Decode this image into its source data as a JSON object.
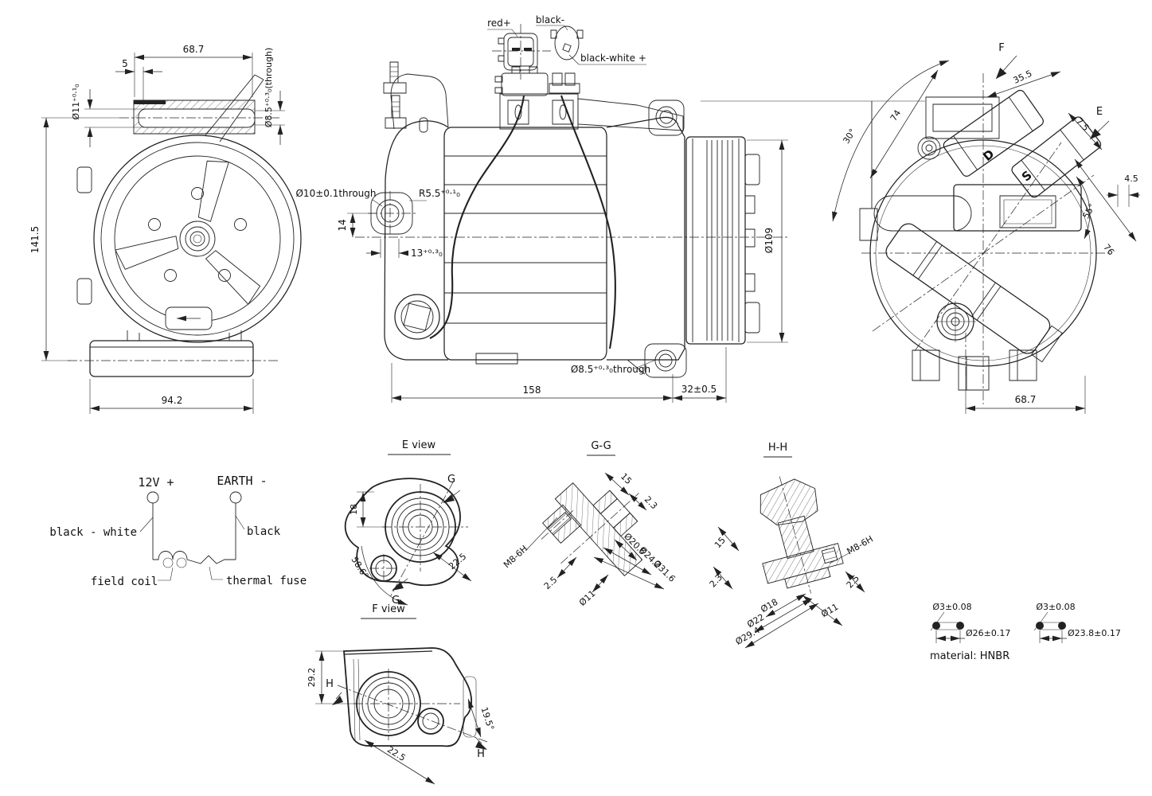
{
  "drawing": {
    "front_view": {
      "dim_top_width": "68.7",
      "dim_offset": "5",
      "dim_shaft_bore": "Ø11⁺⁰·¹₀",
      "dim_through_hole": "Ø8.5⁺⁰·³₀(through)",
      "dim_height": "141.5",
      "dim_base_width": "94.2"
    },
    "side_view": {
      "label_red": "red+",
      "label_black": "black-",
      "label_black_white": "black-white +",
      "dim_mount_hole": "Ø10±0.1through",
      "dim_fillet": "R5.5⁺⁰·¹₀",
      "dim_hole_depth": "14",
      "dim_step": "13⁺⁰·³₀",
      "dim_pulley_dia": "Ø109",
      "dim_lug_hole": "Ø8.5⁺⁰·³₀through",
      "dim_length": "158",
      "dim_pulley_offset": "32±0.5"
    },
    "rear_view": {
      "label_f": "F",
      "label_e": "E",
      "label_d": "D",
      "label_s": "S",
      "dim_port": "35.5",
      "dim_74": "74",
      "angle_30": "30°",
      "dim_7_5": "7.5",
      "dim_4_5": "4.5",
      "angle_55": "55°",
      "dim_76": "76",
      "dim_base_width": "68.7"
    },
    "wiring": {
      "label_12v": "12V +",
      "label_earth": "EARTH -",
      "label_black_white": "black - white",
      "label_black": "black",
      "label_field_coil": "field coil",
      "label_thermal_fuse": "thermal fuse"
    },
    "e_view": {
      "title": "E view",
      "label_g": "G",
      "dim_18": "18",
      "angle": "58.6°",
      "dim_port_offset": "22.5"
    },
    "f_view": {
      "title": "F view",
      "label_h": "H",
      "dim_height": "29.2",
      "dim_port_offset": "22.5",
      "angle": "19.5°"
    },
    "gg_section": {
      "title": "G-G",
      "dim_15": "15",
      "dim_2_3": "2.3",
      "dim_bore_1": "Ø20.5",
      "dim_bore_2": "Ø24.2",
      "dim_bore_3": "Ø31.6",
      "dim_thread": "M8-6H",
      "dim_2_5": "2.5",
      "dim_hole": "Ø11"
    },
    "hh_section": {
      "title": "H-H",
      "dim_15": "15",
      "dim_2_3": "2.3",
      "dim_bore_1": "Ø18",
      "dim_bore_2": "Ø22",
      "dim_bore_3": "Ø29.4",
      "dim_thread": "M8-6H",
      "dim_2_5": "2.5",
      "dim_hole": "Ø11"
    },
    "orings": {
      "left": {
        "cross_section": "Ø3±0.08",
        "outer_dia": "Ø26±0.17"
      },
      "right": {
        "cross_section": "Ø3±0.08",
        "outer_dia": "Ø23.8±0.17"
      },
      "material": "material:  HNBR"
    }
  }
}
